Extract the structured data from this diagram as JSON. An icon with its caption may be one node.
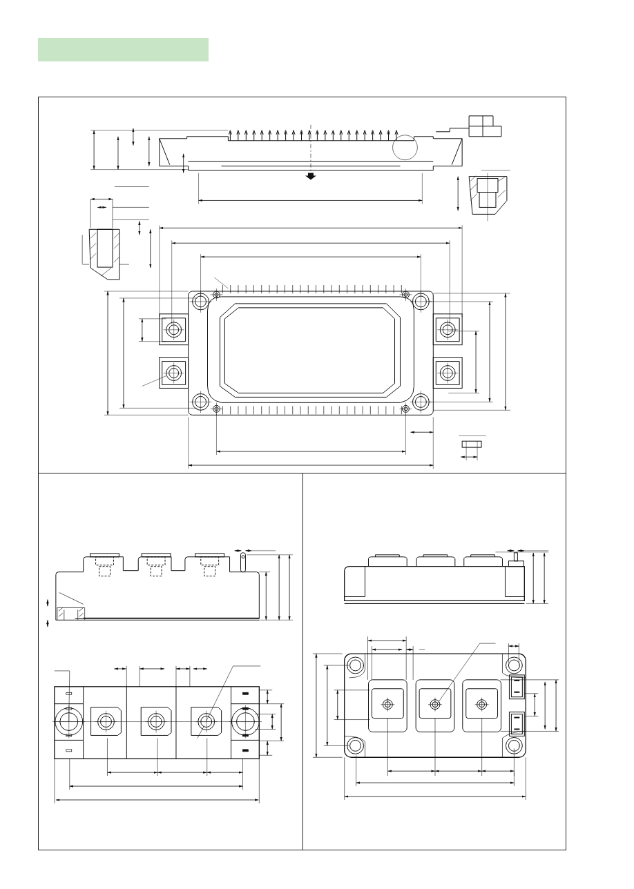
{
  "diagram": {
    "nodes": [
      {
        "text": [],
        "shape": "bar"
      },
      {
        "text": [],
        "shape": "box"
      },
      {
        "text": [],
        "shape": "box"
      },
      {
        "text": [],
        "shape": "box"
      }
    ]
  }
}
